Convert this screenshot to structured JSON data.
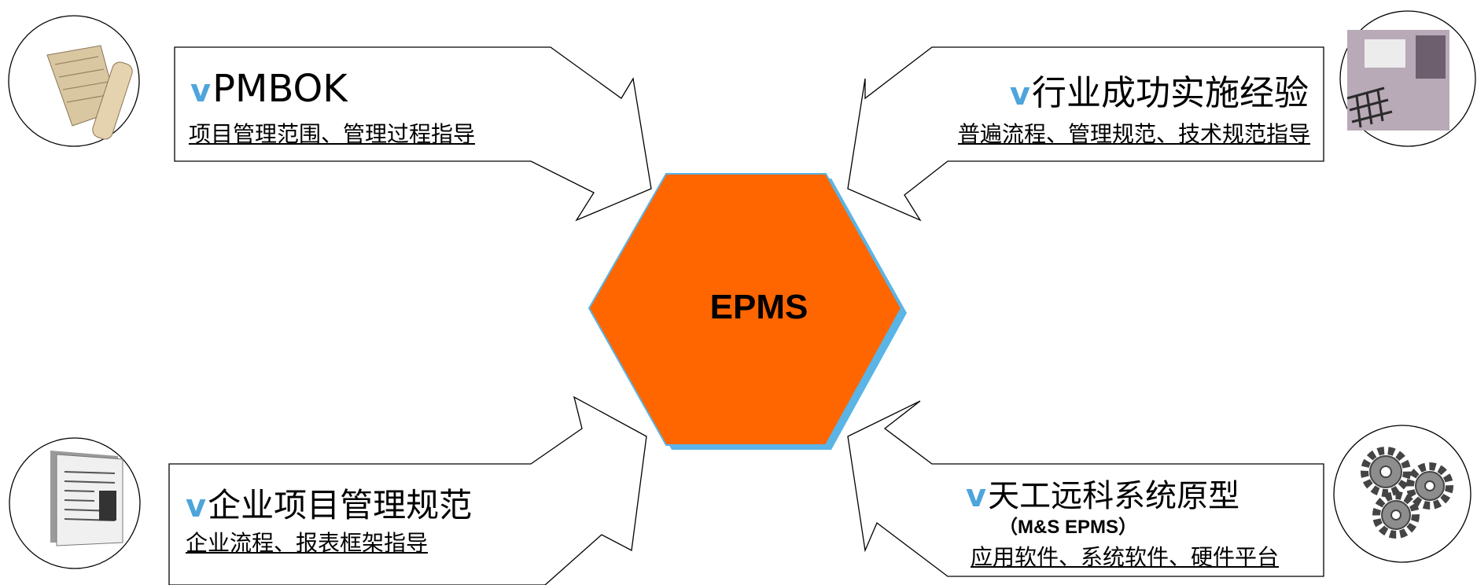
{
  "center": {
    "label": "EPMS",
    "fill": "#ff6600",
    "shadow": "#5ab4e6"
  },
  "bullet_glyph": "v",
  "bullet_color": "#4ea5dc",
  "sources": {
    "top_left": {
      "title": "PMBOK",
      "subtitle": "项目管理范围、管理过程指导",
      "icon": "scroll-map-icon"
    },
    "top_right": {
      "title": "行业成功实施经验",
      "subtitle": "普遍流程、管理规范、技术规范指导",
      "icon": "keyboard-photo-icon"
    },
    "bottom_left": {
      "title": "企业项目管理规范",
      "subtitle": "企业流程、报表框架指导",
      "icon": "magazine-icon"
    },
    "bottom_right": {
      "title": "天工远科系统原型",
      "note": "（M&S EPMS）",
      "subtitle": "应用软件、系统软件、硬件平台",
      "icon": "gears-icon"
    }
  }
}
